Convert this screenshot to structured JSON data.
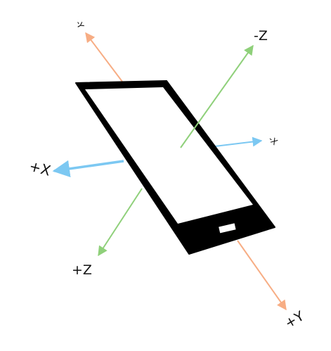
{
  "axes": {
    "neg_y": {
      "label": "-Y",
      "color": "#f7ad84"
    },
    "pos_y": {
      "label": "+Y",
      "color": "#f7ad84"
    },
    "neg_z": {
      "label": "-Z",
      "color": "#8fd07a"
    },
    "pos_z": {
      "label": "+Z",
      "color": "#8fd07a"
    },
    "neg_x": {
      "label": "-X",
      "color": "#7cc8f2"
    },
    "pos_x": {
      "label": "+X",
      "color": "#7cc8f2"
    }
  },
  "device": {
    "frame_color": "#000000",
    "screen_color": "#ffffff"
  }
}
